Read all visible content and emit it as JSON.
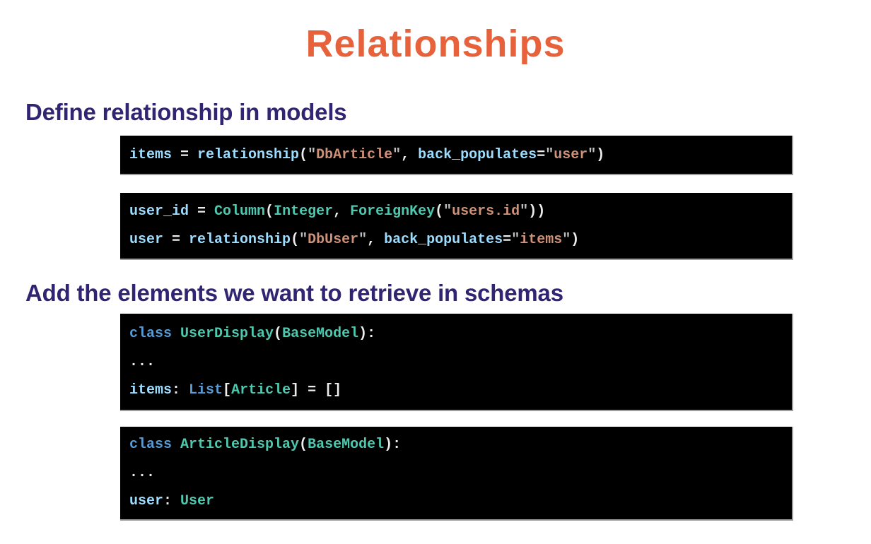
{
  "slide": {
    "title": "Relationships"
  },
  "palette": {
    "title_accent": "#E7623B",
    "heading": "#312473",
    "code_bg": "#000000",
    "code_default": "#EDEDED",
    "token_colors": {
      "v": "#9CDCFE",
      "t": "#4EC9B0",
      "k": "#569CD6",
      "s": "#CE9178",
      "q": "#BFBFBF",
      "o": "#EDEDED"
    }
  },
  "sections": [
    {
      "heading": "Define relationship in models",
      "blocks": [
        {
          "lines": [
            [
              {
                "c": "v",
                "t": "items"
              },
              {
                "c": "o",
                "t": " = "
              },
              {
                "c": "v",
                "t": "relationship"
              },
              {
                "c": "o",
                "t": "("
              },
              {
                "c": "q",
                "t": "\""
              },
              {
                "c": "s",
                "t": "DbArticle"
              },
              {
                "c": "q",
                "t": "\""
              },
              {
                "c": "o",
                "t": ", "
              },
              {
                "c": "v",
                "t": "back_populates"
              },
              {
                "c": "o",
                "t": "="
              },
              {
                "c": "q",
                "t": "\""
              },
              {
                "c": "s",
                "t": "user"
              },
              {
                "c": "q",
                "t": "\""
              },
              {
                "c": "o",
                "t": ")"
              }
            ]
          ]
        },
        {
          "lines": [
            [
              {
                "c": "v",
                "t": "user_id"
              },
              {
                "c": "o",
                "t": " = "
              },
              {
                "c": "t",
                "t": "Column"
              },
              {
                "c": "o",
                "t": "("
              },
              {
                "c": "t",
                "t": "Integer"
              },
              {
                "c": "o",
                "t": ", "
              },
              {
                "c": "t",
                "t": "ForeignKey"
              },
              {
                "c": "o",
                "t": "("
              },
              {
                "c": "q",
                "t": "\""
              },
              {
                "c": "s",
                "t": "users.id"
              },
              {
                "c": "q",
                "t": "\""
              },
              {
                "c": "o",
                "t": "))"
              }
            ],
            [
              {
                "c": "v",
                "t": "user"
              },
              {
                "c": "o",
                "t": " = "
              },
              {
                "c": "v",
                "t": "relationship"
              },
              {
                "c": "o",
                "t": "("
              },
              {
                "c": "q",
                "t": "\""
              },
              {
                "c": "s",
                "t": "DbUser"
              },
              {
                "c": "q",
                "t": "\""
              },
              {
                "c": "o",
                "t": ", "
              },
              {
                "c": "v",
                "t": "back_populates"
              },
              {
                "c": "o",
                "t": "="
              },
              {
                "c": "q",
                "t": "\""
              },
              {
                "c": "s",
                "t": "items"
              },
              {
                "c": "q",
                "t": "\""
              },
              {
                "c": "o",
                "t": ")"
              }
            ]
          ]
        }
      ]
    },
    {
      "heading": "Add the elements we want to retrieve in schemas",
      "blocks": [
        {
          "lines": [
            [
              {
                "c": "k",
                "t": "class "
              },
              {
                "c": "t",
                "t": "UserDisplay"
              },
              {
                "c": "o",
                "t": "("
              },
              {
                "c": "t",
                "t": "BaseModel"
              },
              {
                "c": "o",
                "t": "):"
              }
            ],
            [
              {
                "c": "o",
                "t": "..."
              }
            ],
            [
              {
                "c": "v",
                "t": "items"
              },
              {
                "c": "o",
                "t": ": "
              },
              {
                "c": "k",
                "t": "List"
              },
              {
                "c": "o",
                "t": "["
              },
              {
                "c": "t",
                "t": "Article"
              },
              {
                "c": "o",
                "t": "] = []"
              }
            ]
          ]
        },
        {
          "lines": [
            [
              {
                "c": "k",
                "t": "class "
              },
              {
                "c": "t",
                "t": "ArticleDisplay"
              },
              {
                "c": "o",
                "t": "("
              },
              {
                "c": "t",
                "t": "BaseModel"
              },
              {
                "c": "o",
                "t": "):"
              }
            ],
            [
              {
                "c": "o",
                "t": "..."
              }
            ],
            [
              {
                "c": "v",
                "t": "user"
              },
              {
                "c": "o",
                "t": ": "
              },
              {
                "c": "t",
                "t": "User"
              }
            ]
          ]
        }
      ]
    }
  ]
}
